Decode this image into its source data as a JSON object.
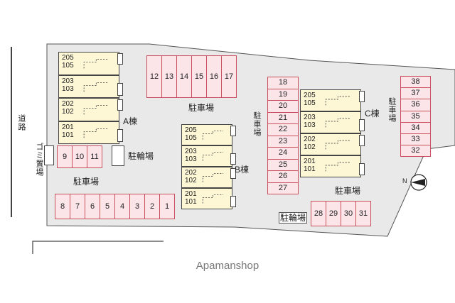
{
  "road_label": "道路",
  "garbage_label": "ゴミ置場",
  "buildings": {
    "a": {
      "label": "A棟",
      "units": [
        "205\n105",
        "203\n103",
        "202\n102",
        "201\n101"
      ]
    },
    "b": {
      "label": "B棟",
      "units": [
        "205\n105",
        "203\n103",
        "202\n102",
        "201\n101"
      ]
    },
    "c": {
      "label": "C棟",
      "units": [
        "205\n105",
        "203\n103",
        "202\n102",
        "201\n101"
      ]
    }
  },
  "parking": {
    "label": "駐車場",
    "top_row": [
      "12",
      "13",
      "14",
      "15",
      "16",
      "17"
    ],
    "bottom_row": [
      "8",
      "7",
      "6",
      "5",
      "4",
      "3",
      "2",
      "1"
    ],
    "small_row": [
      "9",
      "10",
      "11"
    ],
    "center_col": [
      "18",
      "19",
      "20",
      "21",
      "22",
      "23",
      "24",
      "25",
      "26",
      "27"
    ],
    "right_col": [
      "38",
      "37",
      "36",
      "35",
      "34",
      "33",
      "32"
    ],
    "bottom_right": [
      "28",
      "29",
      "30",
      "31"
    ]
  },
  "bike_label": "駐輪場",
  "compass_label": "N",
  "watermark": "Apamanshop",
  "colors": {
    "slot_border": "#c8505f",
    "slot_fill": "#fbe5e8",
    "building_fill": "#fdf7d6",
    "building_border": "#444444",
    "site_fill": "#e9e9e9"
  }
}
